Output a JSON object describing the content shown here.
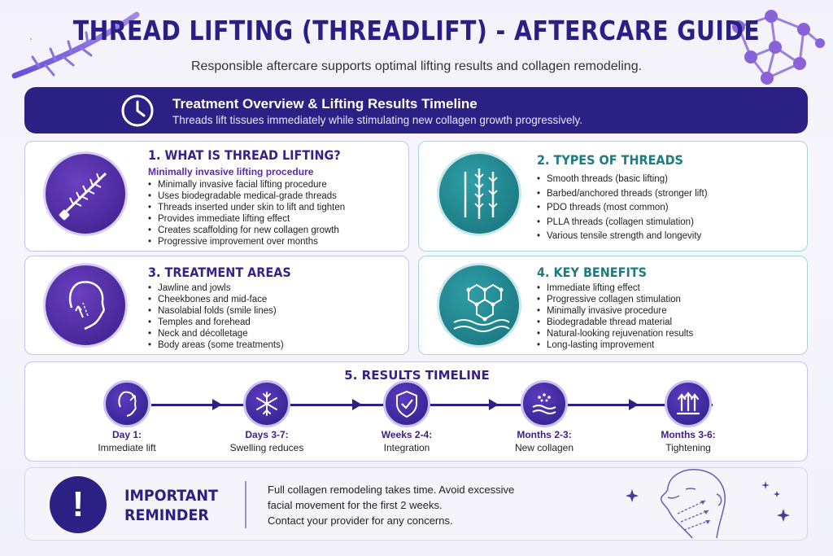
{
  "header": {
    "title": "THREAD LIFTING (THREADLIFT) - AFTERCARE GUIDE",
    "subtitle": "Responsible aftercare supports optimal lifting results and collagen remodeling."
  },
  "banner": {
    "title": "Treatment Overview & Lifting Results Timeline",
    "text": "Threads lift tissues immediately while stimulating new collagen growth progressively.",
    "icon": "clock-icon"
  },
  "sections": {
    "what": {
      "title": "1. WHAT IS THREAD LIFTING?",
      "subtitle": "Minimally invasive lifting procedure",
      "icon": "barbed-thread-icon",
      "items": [
        "Minimally invasive facial lifting procedure",
        "Uses biodegradable medical-grade threads",
        "Threads inserted under skin to lift and tighten",
        "Provides immediate lifting effect",
        "Creates scaffolding for new collagen growth",
        "Progressive improvement over months"
      ]
    },
    "types": {
      "title": "2. TYPES OF THREADS",
      "icon": "threads-icon",
      "items": [
        "Smooth threads (basic lifting)",
        "Barbed/anchored threads (stronger lift)",
        "PDO threads (most common)",
        "PLLA threads (collagen stimulation)",
        "Various tensile strength and longevity"
      ]
    },
    "areas": {
      "title": "3. TREATMENT AREAS",
      "icon": "face-profile-icon",
      "items": [
        "Jawline and jowls",
        "Cheekbones and mid-face",
        "Nasolabial folds (smile lines)",
        "Temples and forehead",
        "Neck and décolletage",
        "Body areas (some treatments)"
      ]
    },
    "benefits": {
      "title": "4. KEY BENEFITS",
      "icon": "collagen-molecule-icon",
      "items": [
        "Immediate lifting effect",
        "Progressive collagen stimulation",
        "Minimally invasive procedure",
        "Biodegradable thread material",
        "Natural-looking rejuvenation results",
        "Long-lasting improvement"
      ]
    }
  },
  "timeline": {
    "title": "5. RESULTS TIMELINE",
    "steps": [
      {
        "label": "Day 1:",
        "desc": "Immediate lift",
        "icon": "face-lift-icon"
      },
      {
        "label": "Days 3-7:",
        "desc": "Swelling reduces",
        "icon": "snowflake-icon"
      },
      {
        "label": "Weeks 2-4:",
        "desc": "Integration",
        "icon": "shield-check-icon"
      },
      {
        "label": "Months 2-3:",
        "desc": "New collagen",
        "icon": "collagen-waves-icon"
      },
      {
        "label": "Months 3-6:",
        "desc": "Tightening",
        "icon": "arrows-up-icon"
      }
    ]
  },
  "reminder": {
    "title_line1": "IMPORTANT",
    "title_line2": "REMINDER",
    "symbol": "!",
    "lines": [
      "Full collagen remodeling takes time. Avoid excessive",
      "facial movement for the first 2 weeks.",
      "Contact your provider for any concerns."
    ]
  },
  "colors": {
    "primary": "#2b2185",
    "purple": "#3b1f8a",
    "teal": "#1c7c84",
    "background": "#f3f1fb"
  }
}
